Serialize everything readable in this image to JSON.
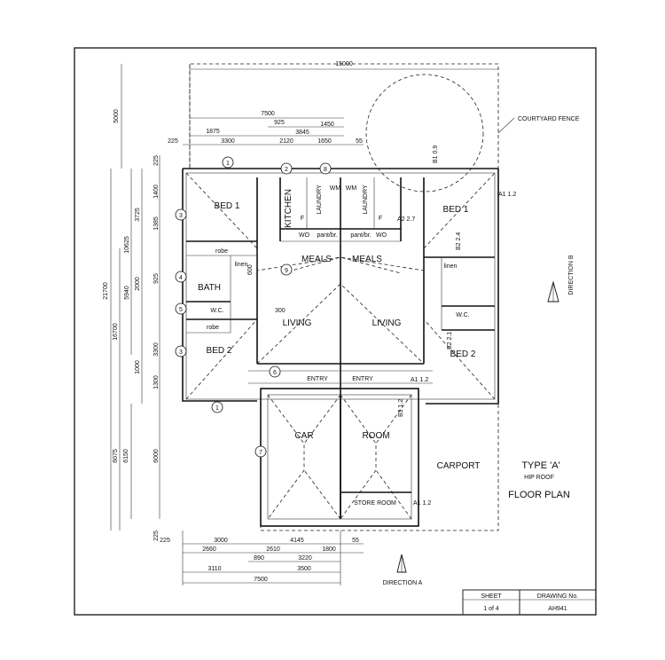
{
  "rooms": {
    "bed1_left": "BED 1",
    "bath": "BATH",
    "wc_left": "W.C.",
    "robe_top": "robe",
    "robe_bottom": "robe",
    "linen_left": "linen",
    "bed2_left": "BED 2",
    "kitchen": "KITCHEN",
    "laundry_left": "LAUNDRY",
    "laundry_right": "LAUNDRY",
    "wm_left": "WM",
    "wm_right": "WM",
    "fridge_left": "F",
    "fridge_right": "F",
    "wo_left": "WO",
    "wo_right": "WO",
    "pantry_left": "pant/br.",
    "pantry_right": "pant/br.",
    "meals_left": "MEALS",
    "meals_right": "MEALS",
    "living_left": "LIVING",
    "living_right": "LIVING",
    "entry_left": "ENTRY",
    "entry_right": "ENTRY",
    "bed1_right": "BED 1",
    "bed2_right": "BED 2",
    "wc_right": "W.C.",
    "linen_right": "linen",
    "car": "CAR",
    "room": "ROOM",
    "store_room": "STORE ROOM",
    "carport": "CARPORT"
  },
  "labels": {
    "courtyard_fence": "COURTYARD FENCE",
    "type": "TYPE 'A'",
    "roof": "HIP ROOF",
    "floor_plan": "FLOOR PLAN",
    "direction_a": "DIRECTION A",
    "direction_b": "DIRECTION B",
    "a1_top": "A1 1.2",
    "a2": "A2 2.7",
    "b1": "B1 0.9",
    "b2a": "B2 2.4",
    "b2b": "B2 2.1",
    "a1_entry": "A1 1.2",
    "b3": "B3 1.2",
    "a1_store": "A1 1.2",
    "dim_300": "300",
    "dim_600": "600"
  },
  "markers": [
    "1",
    "2",
    "3",
    "4",
    "5",
    "6",
    "7",
    "8",
    "9"
  ],
  "title_block": {
    "sheet_label": "SHEET",
    "sheet_value": "1 of 4",
    "drawing_label": "DRAWING No.",
    "drawing_value": "AH941"
  },
  "dims_top": {
    "overall": "15000",
    "d7500": "7500",
    "d925": "925",
    "d1450": "1450",
    "d1875": "1875",
    "d3845": "3845",
    "d3300": "3300",
    "d225": "225",
    "d2120": "2120",
    "d1650": "1650",
    "d55": "55"
  },
  "dims_left": {
    "d5000": "5000",
    "d21700": "21700",
    "d225": "225",
    "d1400": "1400",
    "d3725": "3725",
    "d1385": "1385",
    "d10625": "10625",
    "d925": "925",
    "d2000": "2000",
    "d5940": "5940",
    "d16700": "16700",
    "d3300": "3300",
    "d1000": "1000",
    "d1300": "1300",
    "d6075": "6075",
    "d6150": "6150",
    "d6000": "6000",
    "d225b": "225"
  },
  "dims_bottom": {
    "d225": "225",
    "d3000": "3000",
    "d4145": "4145",
    "d55": "55",
    "d2660": "2660",
    "d2610": "2610",
    "d1800": "1800",
    "d890": "890",
    "d3220": "3220",
    "d3110": "3110",
    "d3500": "3500",
    "d7500": "7500"
  }
}
